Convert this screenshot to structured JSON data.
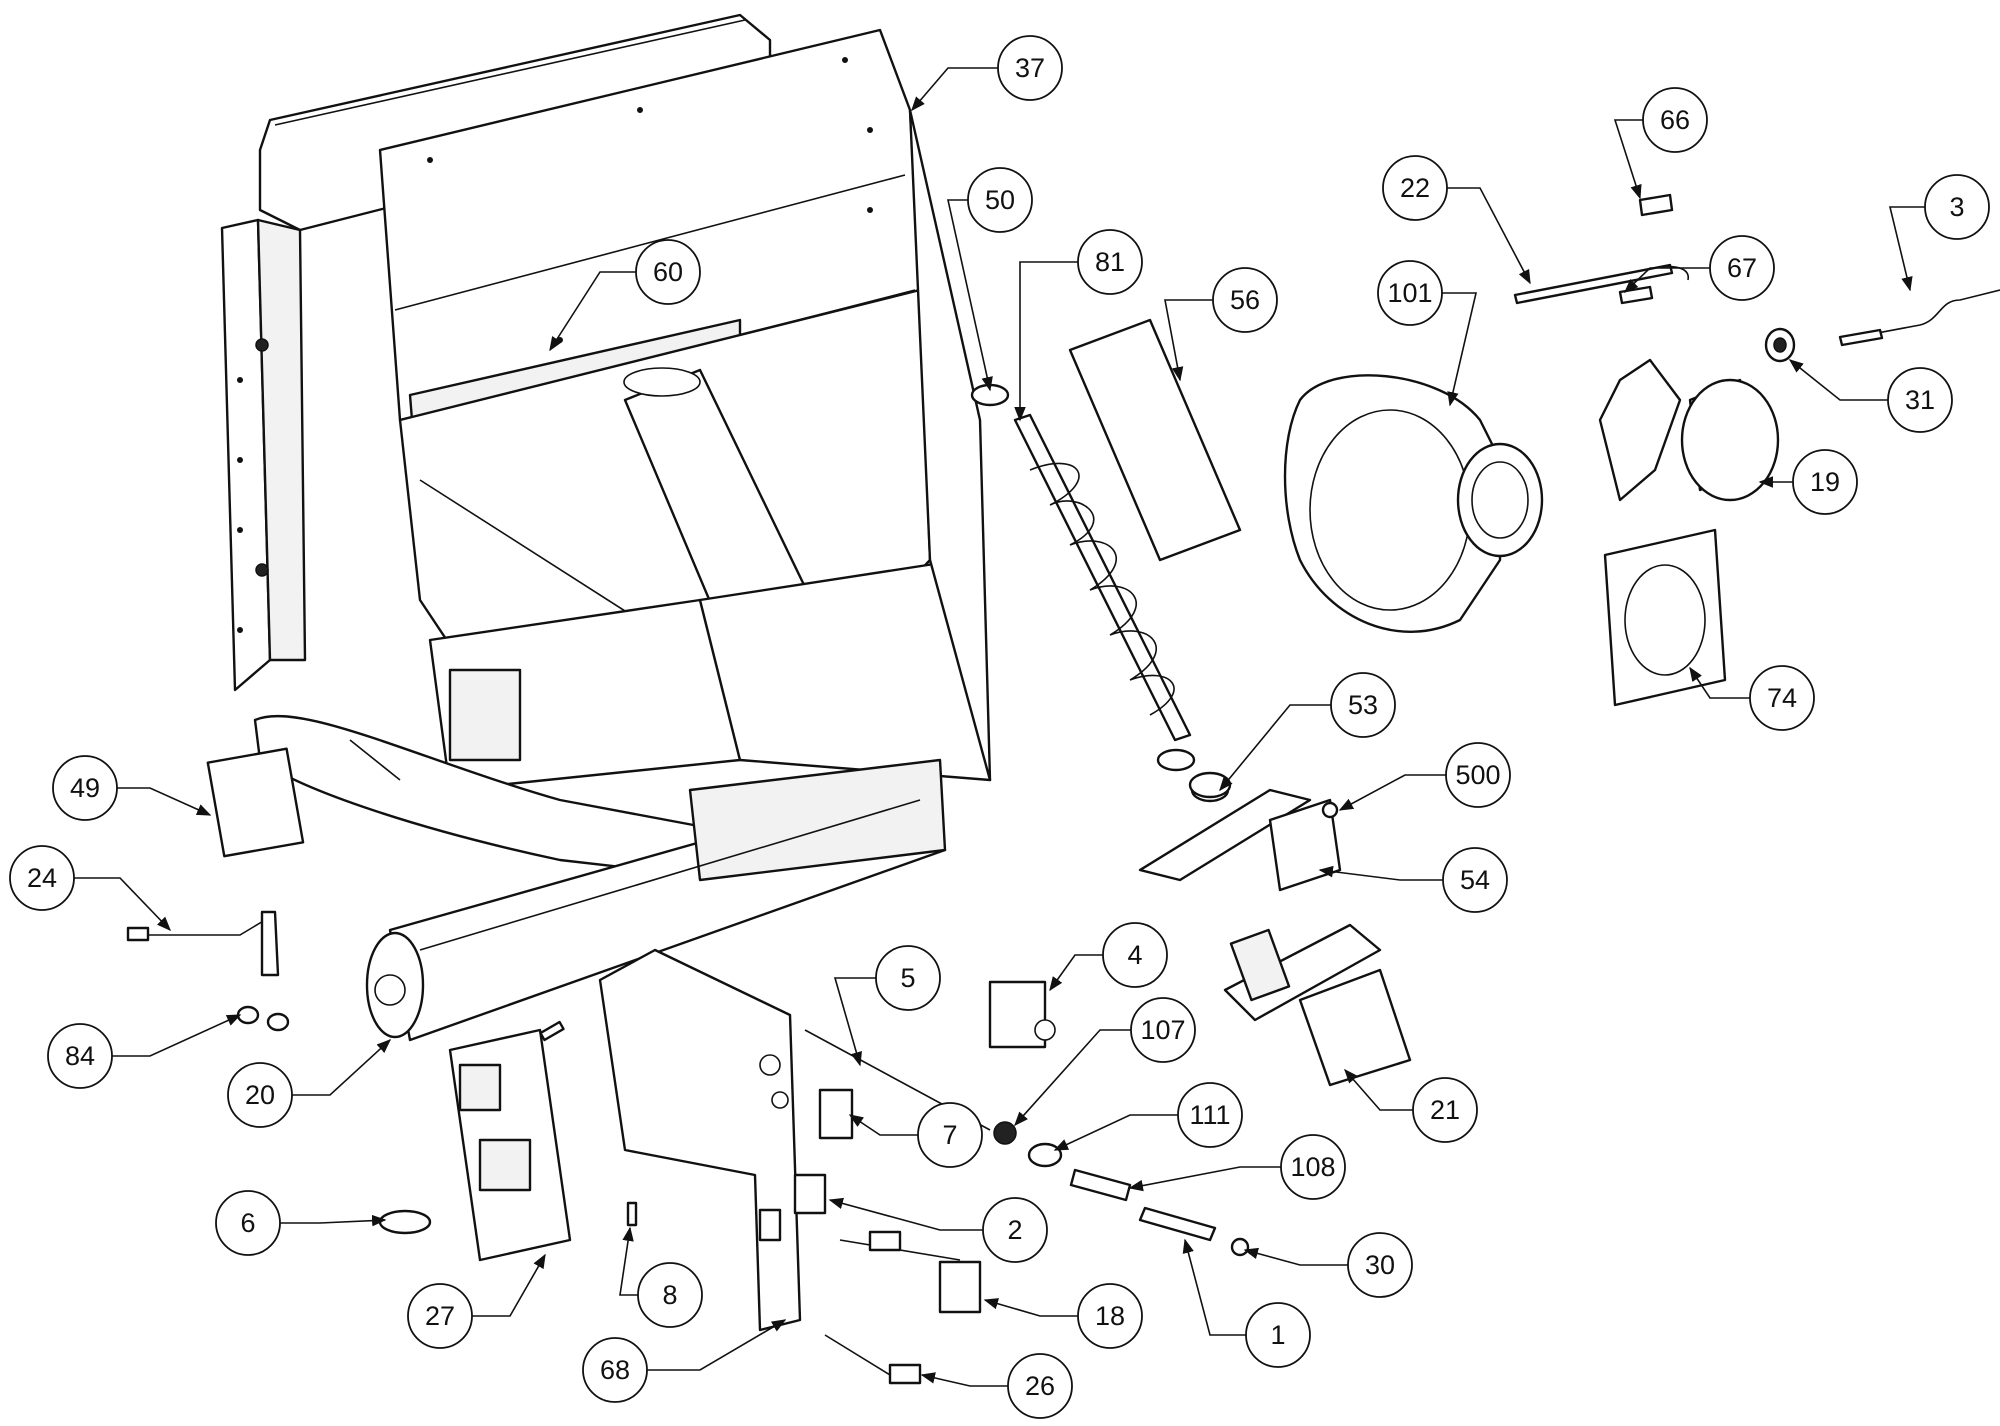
{
  "diagram": {
    "callouts": [
      {
        "label": "37"
      },
      {
        "label": "50"
      },
      {
        "label": "81"
      },
      {
        "label": "56"
      },
      {
        "label": "101"
      },
      {
        "label": "22"
      },
      {
        "label": "66"
      },
      {
        "label": "67"
      },
      {
        "label": "3"
      },
      {
        "label": "31"
      },
      {
        "label": "19"
      },
      {
        "label": "74"
      },
      {
        "label": "60"
      },
      {
        "label": "53"
      },
      {
        "label": "500"
      },
      {
        "label": "54"
      },
      {
        "label": "49"
      },
      {
        "label": "24"
      },
      {
        "label": "84"
      },
      {
        "label": "20"
      },
      {
        "label": "4"
      },
      {
        "label": "5"
      },
      {
        "label": "107"
      },
      {
        "label": "111"
      },
      {
        "label": "21"
      },
      {
        "label": "7"
      },
      {
        "label": "108"
      },
      {
        "label": "2"
      },
      {
        "label": "30"
      },
      {
        "label": "6"
      },
      {
        "label": "18"
      },
      {
        "label": "1"
      },
      {
        "label": "27"
      },
      {
        "label": "8"
      },
      {
        "label": "68"
      },
      {
        "label": "26"
      }
    ]
  }
}
